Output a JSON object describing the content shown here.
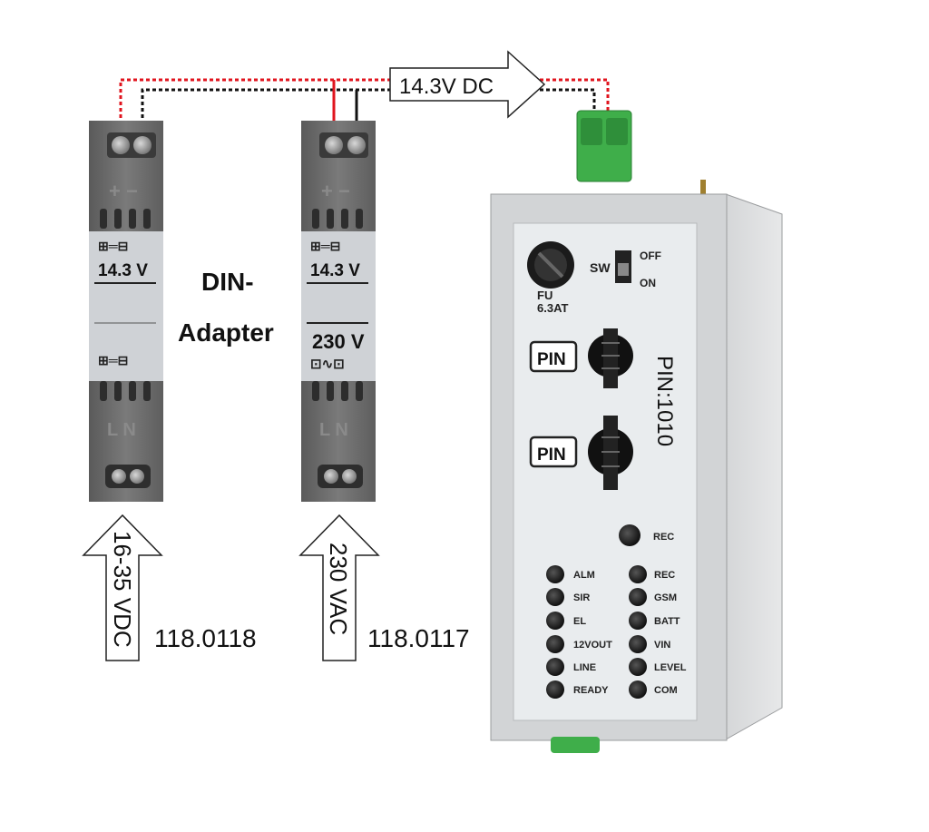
{
  "top_arrow_label": "14.3V DC",
  "din_adapter_label_line1": "DIN-",
  "din_adapter_label_line2": "Adapter",
  "module1": {
    "voltage_label": "14.3 V",
    "input_arrow_label": "16-35 VDC",
    "part_number": "118.0118"
  },
  "module2": {
    "voltage_label": "14.3 V",
    "ac_label": "230 V",
    "input_arrow_label": "230 VAC",
    "part_number": "118.0117"
  },
  "device": {
    "fuse_label_line1": "FU",
    "fuse_label_line2": "6.3AT",
    "switch_label": "SW",
    "switch_off": "OFF",
    "switch_on": "ON",
    "pin_label_1": "PIN",
    "pin_label_2": "PIN",
    "pin_code": "PIN:1010",
    "rec_button_label": "REC",
    "leds_left": [
      "ALM",
      "SIR",
      "EL",
      "12VOUT",
      "LINE",
      "READY"
    ],
    "leds_right": [
      "REC",
      "GSM",
      "BATT",
      "VIN",
      "LEVEL",
      "COM"
    ]
  },
  "colors": {
    "wire_positive": "#e0141e",
    "wire_negative": "#111111",
    "module_body": "#6e6e6e",
    "module_label": "#cfd2d6",
    "device_body": "#d4d6d8",
    "device_panel": "#e9ecee",
    "terminal_green": "#3fae4a"
  }
}
